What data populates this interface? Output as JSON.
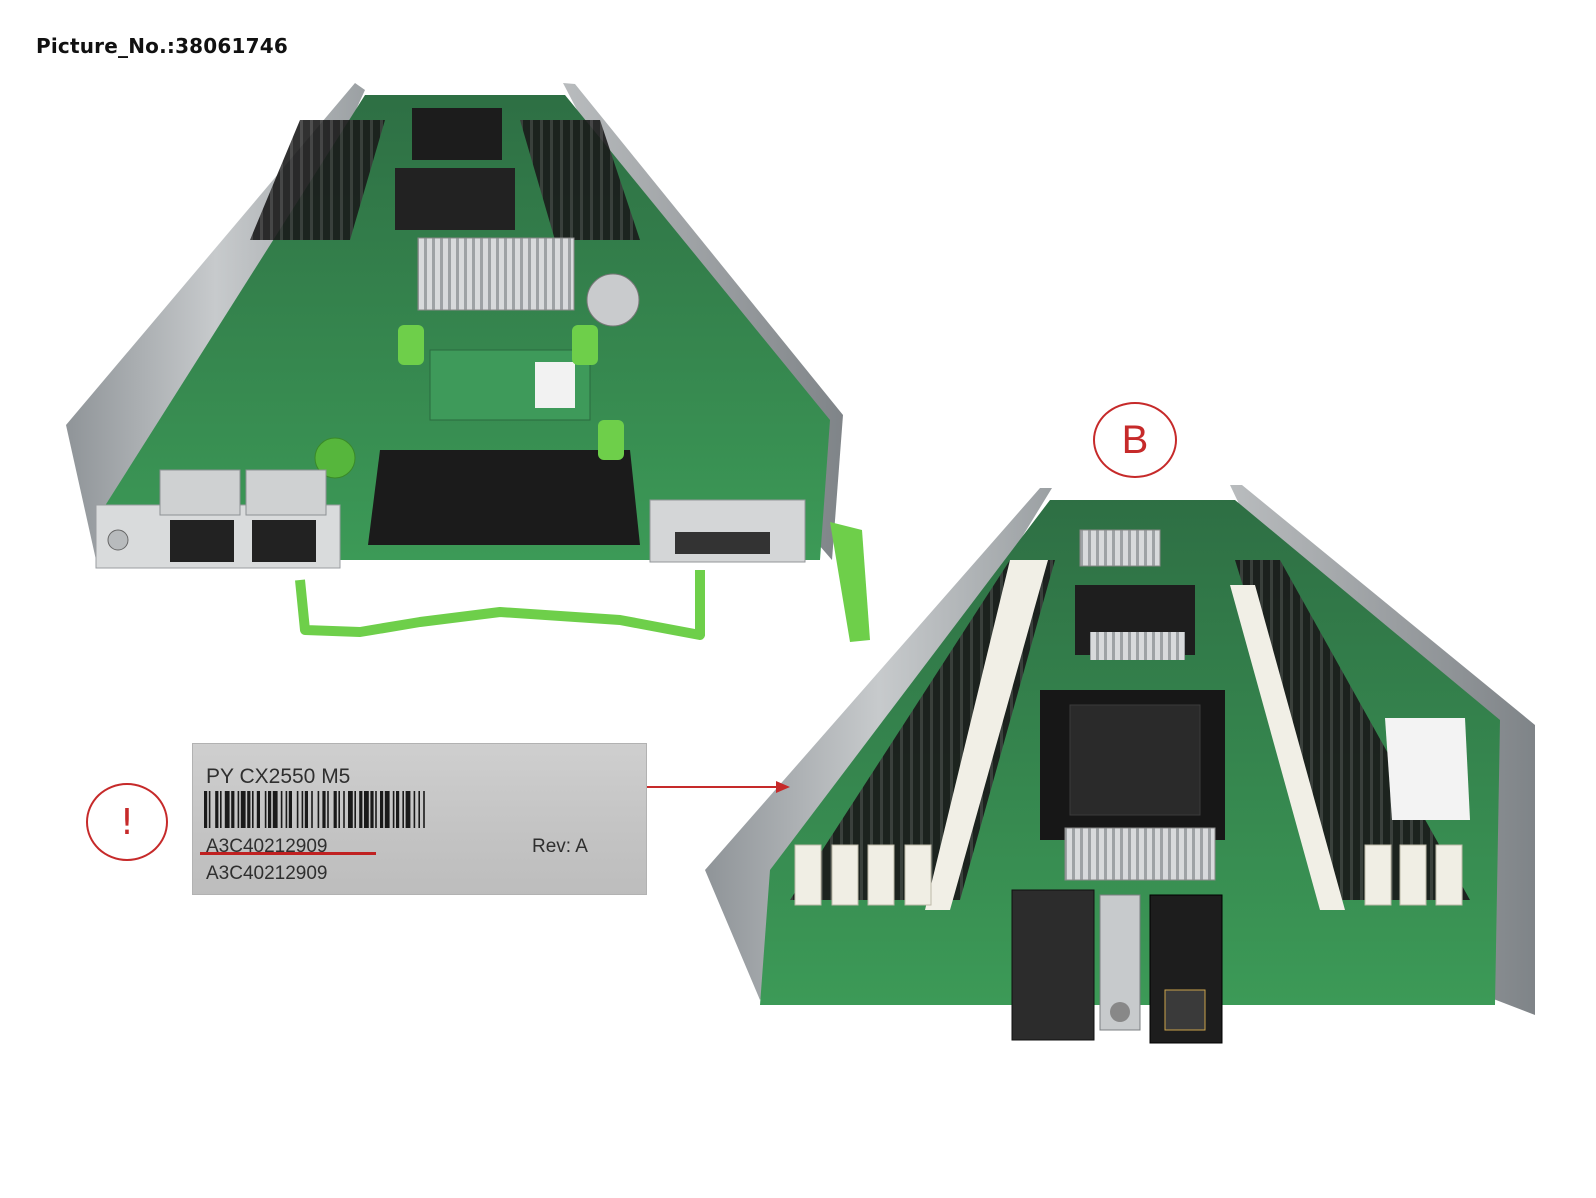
{
  "picture_number": "Picture_No.:38061746",
  "label": {
    "model": "PY CX2550 M5",
    "part_number": "A3C40212909",
    "revision": "Rev: A",
    "part_number_repeat": "A3C40212909"
  },
  "callouts": {
    "b": "B",
    "important": "!"
  },
  "colors": {
    "callout": "#c62a2a",
    "pcb": "#2f8a4a",
    "handle": "#6ecf4a",
    "chassis": "#a9adb0"
  }
}
